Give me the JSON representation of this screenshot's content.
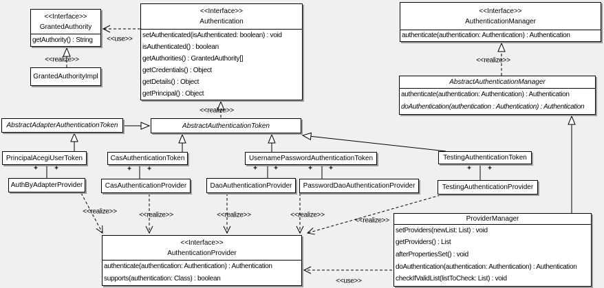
{
  "diagram": {
    "plus": "+",
    "labels": {
      "use": "<<use>>",
      "realize": "<<realize>>"
    },
    "colors": {
      "background": "#f0f0f0",
      "box_fill": "#ffffff",
      "line": "#000000",
      "shadow": "#9a9a9a"
    },
    "classes": {
      "granted_authority": {
        "stereotype": "<<Interface>>",
        "name": "GrantedAuthority",
        "methods": [
          "getAuthority() : String"
        ]
      },
      "granted_authority_impl": {
        "name": "GrantedAuthorityImpl"
      },
      "authentication": {
        "stereotype": "<<Interface>>",
        "name": "Authentication",
        "methods": [
          "setAuthenticated(isAuthenticated: boolean) : void",
          "isAuthenticated() : boolean",
          "getAuthorities() : GrantedAuthority[]",
          "getCredentials() : Object",
          "getDetails() : Object",
          "getPrincipal() : Object"
        ]
      },
      "authentication_manager": {
        "stereotype": "<<Interface>>",
        "name": "AuthenticationManager",
        "methods": [
          "authenticate(authentication: Authentication) : Authentication"
        ]
      },
      "abstract_authentication_manager": {
        "name": "AbstractAuthenticationManager",
        "abstract": true,
        "methods": [
          "authenticate(authentication: Authentication) : Authentication",
          "doAuthentication(authentication : Authentication) : Authentication"
        ]
      },
      "abstract_adapter_authentication_token": {
        "name": "AbstractAdapterAuthenticationToken",
        "abstract": true
      },
      "abstract_authentication_token": {
        "name": "AbstractAuthenticationToken",
        "abstract": true
      },
      "principal_acegi_user_token": {
        "name": "PrincipalAcegiUserToken"
      },
      "cas_authentication_token": {
        "name": "CasAuthenticationToken"
      },
      "username_password_authentication_token": {
        "name": "UsernamePasswordAuthenticationToken"
      },
      "testing_authentication_token": {
        "name": "TestingAuthenticationToken"
      },
      "auth_by_adapter_provider": {
        "name": "AuthByAdapterProvider"
      },
      "cas_authentication_provider": {
        "name": "CasAuthenticationProvider"
      },
      "dao_authentication_provider": {
        "name": "DaoAuthenticationProvider"
      },
      "password_dao_authentication_provider": {
        "name": "PasswordDaoAuthenticationProvider"
      },
      "testing_authentication_provider": {
        "name": "TestingAuthenticationProvider"
      },
      "authentication_provider": {
        "stereotype": "<<Interface>>",
        "name": "AuthenticationProvider",
        "methods": [
          "authenticate(authentication: Authentication) : Authentication",
          "supports(authentication: Class) : boolean"
        ]
      },
      "provider_manager": {
        "name": "ProviderManager",
        "methods": [
          "setProviders(newList: List) : void",
          "getProviders() : List",
          "afterPropertiesSet() : void",
          "doAuthentication(authentication: Authentication) : Authentication",
          "checkIfValidList(listToCheck: List) : void"
        ]
      }
    }
  }
}
